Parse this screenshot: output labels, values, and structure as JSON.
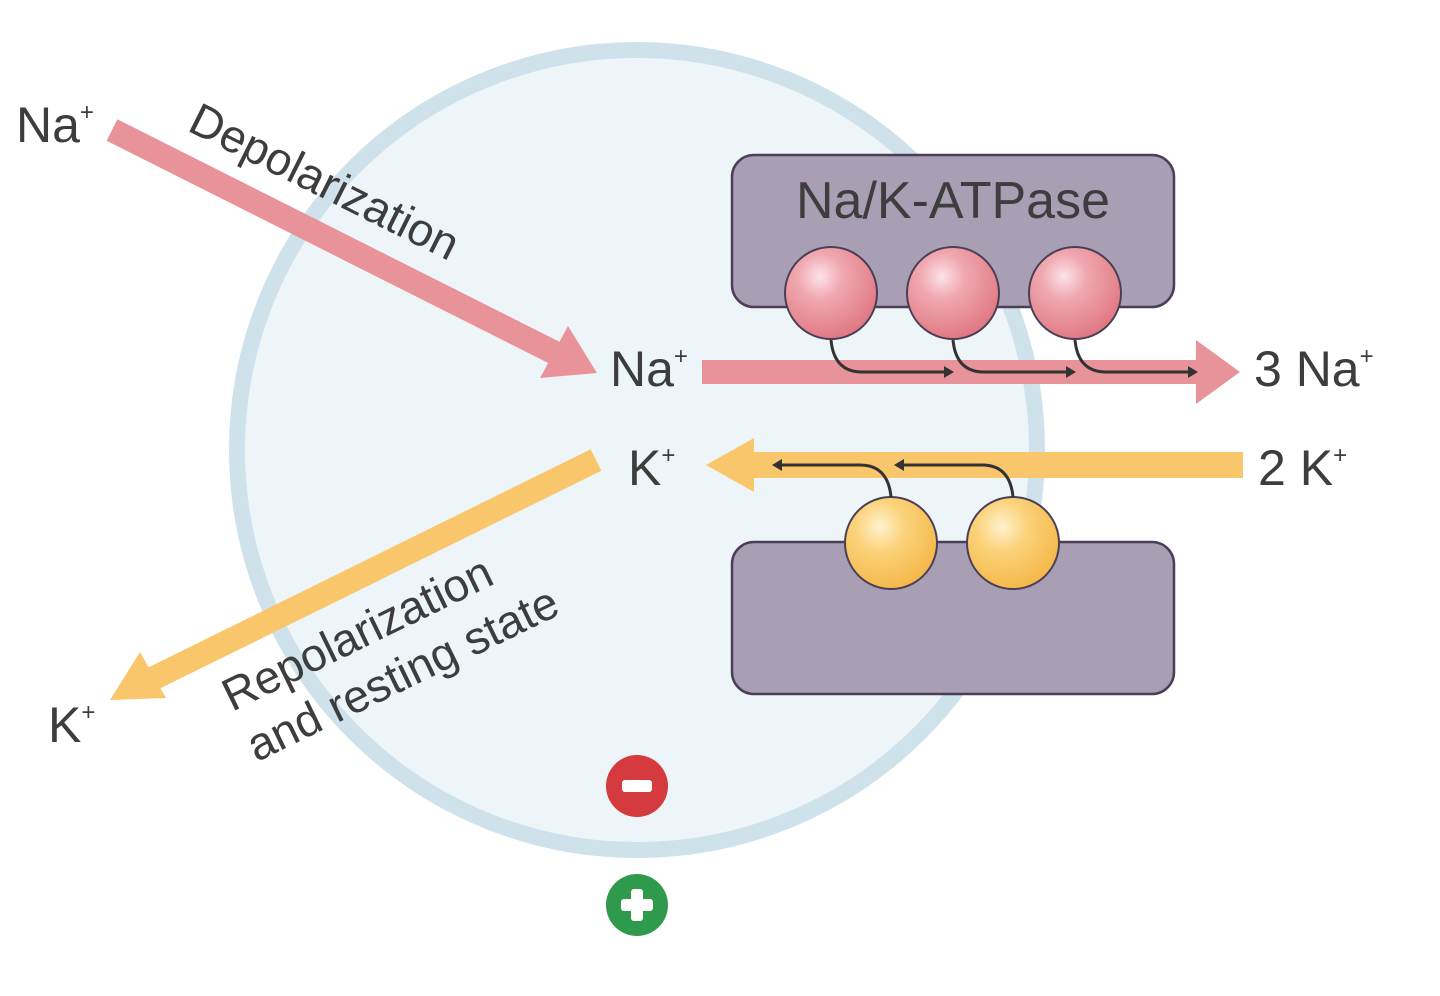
{
  "labels": {
    "depolarization": "Depolarization",
    "repolarization_line1": "Repolarization",
    "repolarization_line2": "and resting state",
    "pump": "Na/K-ATPase",
    "na_outside_left": "Na",
    "na_inside": "Na",
    "na_outside_right": "3 Na",
    "k_inside": "K",
    "k_outside_right": "2 K",
    "k_outside_left": "K",
    "superscript_plus": "+"
  },
  "charges": {
    "inside": "−",
    "outside": "+"
  },
  "colors": {
    "cell_fill": "#eef5f9",
    "cell_membrane": "#cfe2ec",
    "sodium": "#e8939a",
    "potassium": "#f9c66b",
    "pump": "#a89fb4",
    "pump_border": "#4a3f57",
    "negative": "#d43a3e",
    "positive": "#2f9a4b",
    "text": "#3d3d3d"
  },
  "icons": {
    "negative_charge": "minus-circle-icon",
    "positive_charge": "plus-circle-icon"
  }
}
